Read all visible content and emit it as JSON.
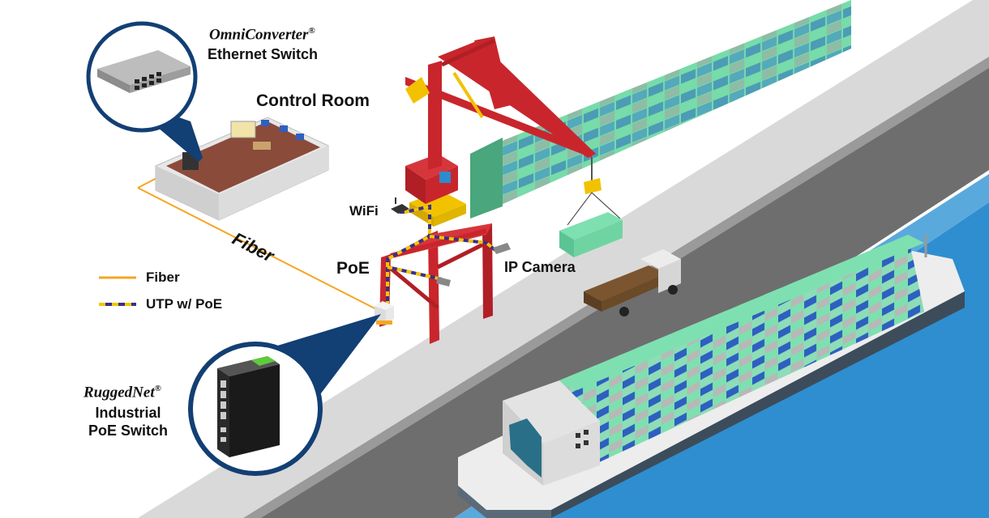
{
  "labels": {
    "omni_brand": "OmniConverter",
    "omni_reg": "®",
    "omni_product": "Ethernet Switch",
    "control_room": "Control Room",
    "wifi": "WiFi",
    "poe": "PoE",
    "ip_camera": "IP Camera",
    "fiber_cable": "Fiber",
    "rugged_brand": "RuggedNet",
    "rugged_reg": "®",
    "rugged_line1": "Industrial",
    "rugged_line2": "PoE Switch"
  },
  "legend": {
    "items": [
      {
        "label": "Fiber"
      },
      {
        "label": "UTP w/ PoE"
      }
    ]
  },
  "colors": {
    "fiber": "#f5a623",
    "utp_dash_a": "#f5c400",
    "utp_dash_b": "#3a2f8a",
    "crane_red": "#c8262c",
    "crane_yellow": "#f2c200",
    "water": "#2f8fd0",
    "dock": "#6f6f6f",
    "callout_navy": "#123f74",
    "container_green": "#7ee0b0",
    "container_blue": "#2f5fc0",
    "container_gray": "#b8b8b8"
  }
}
